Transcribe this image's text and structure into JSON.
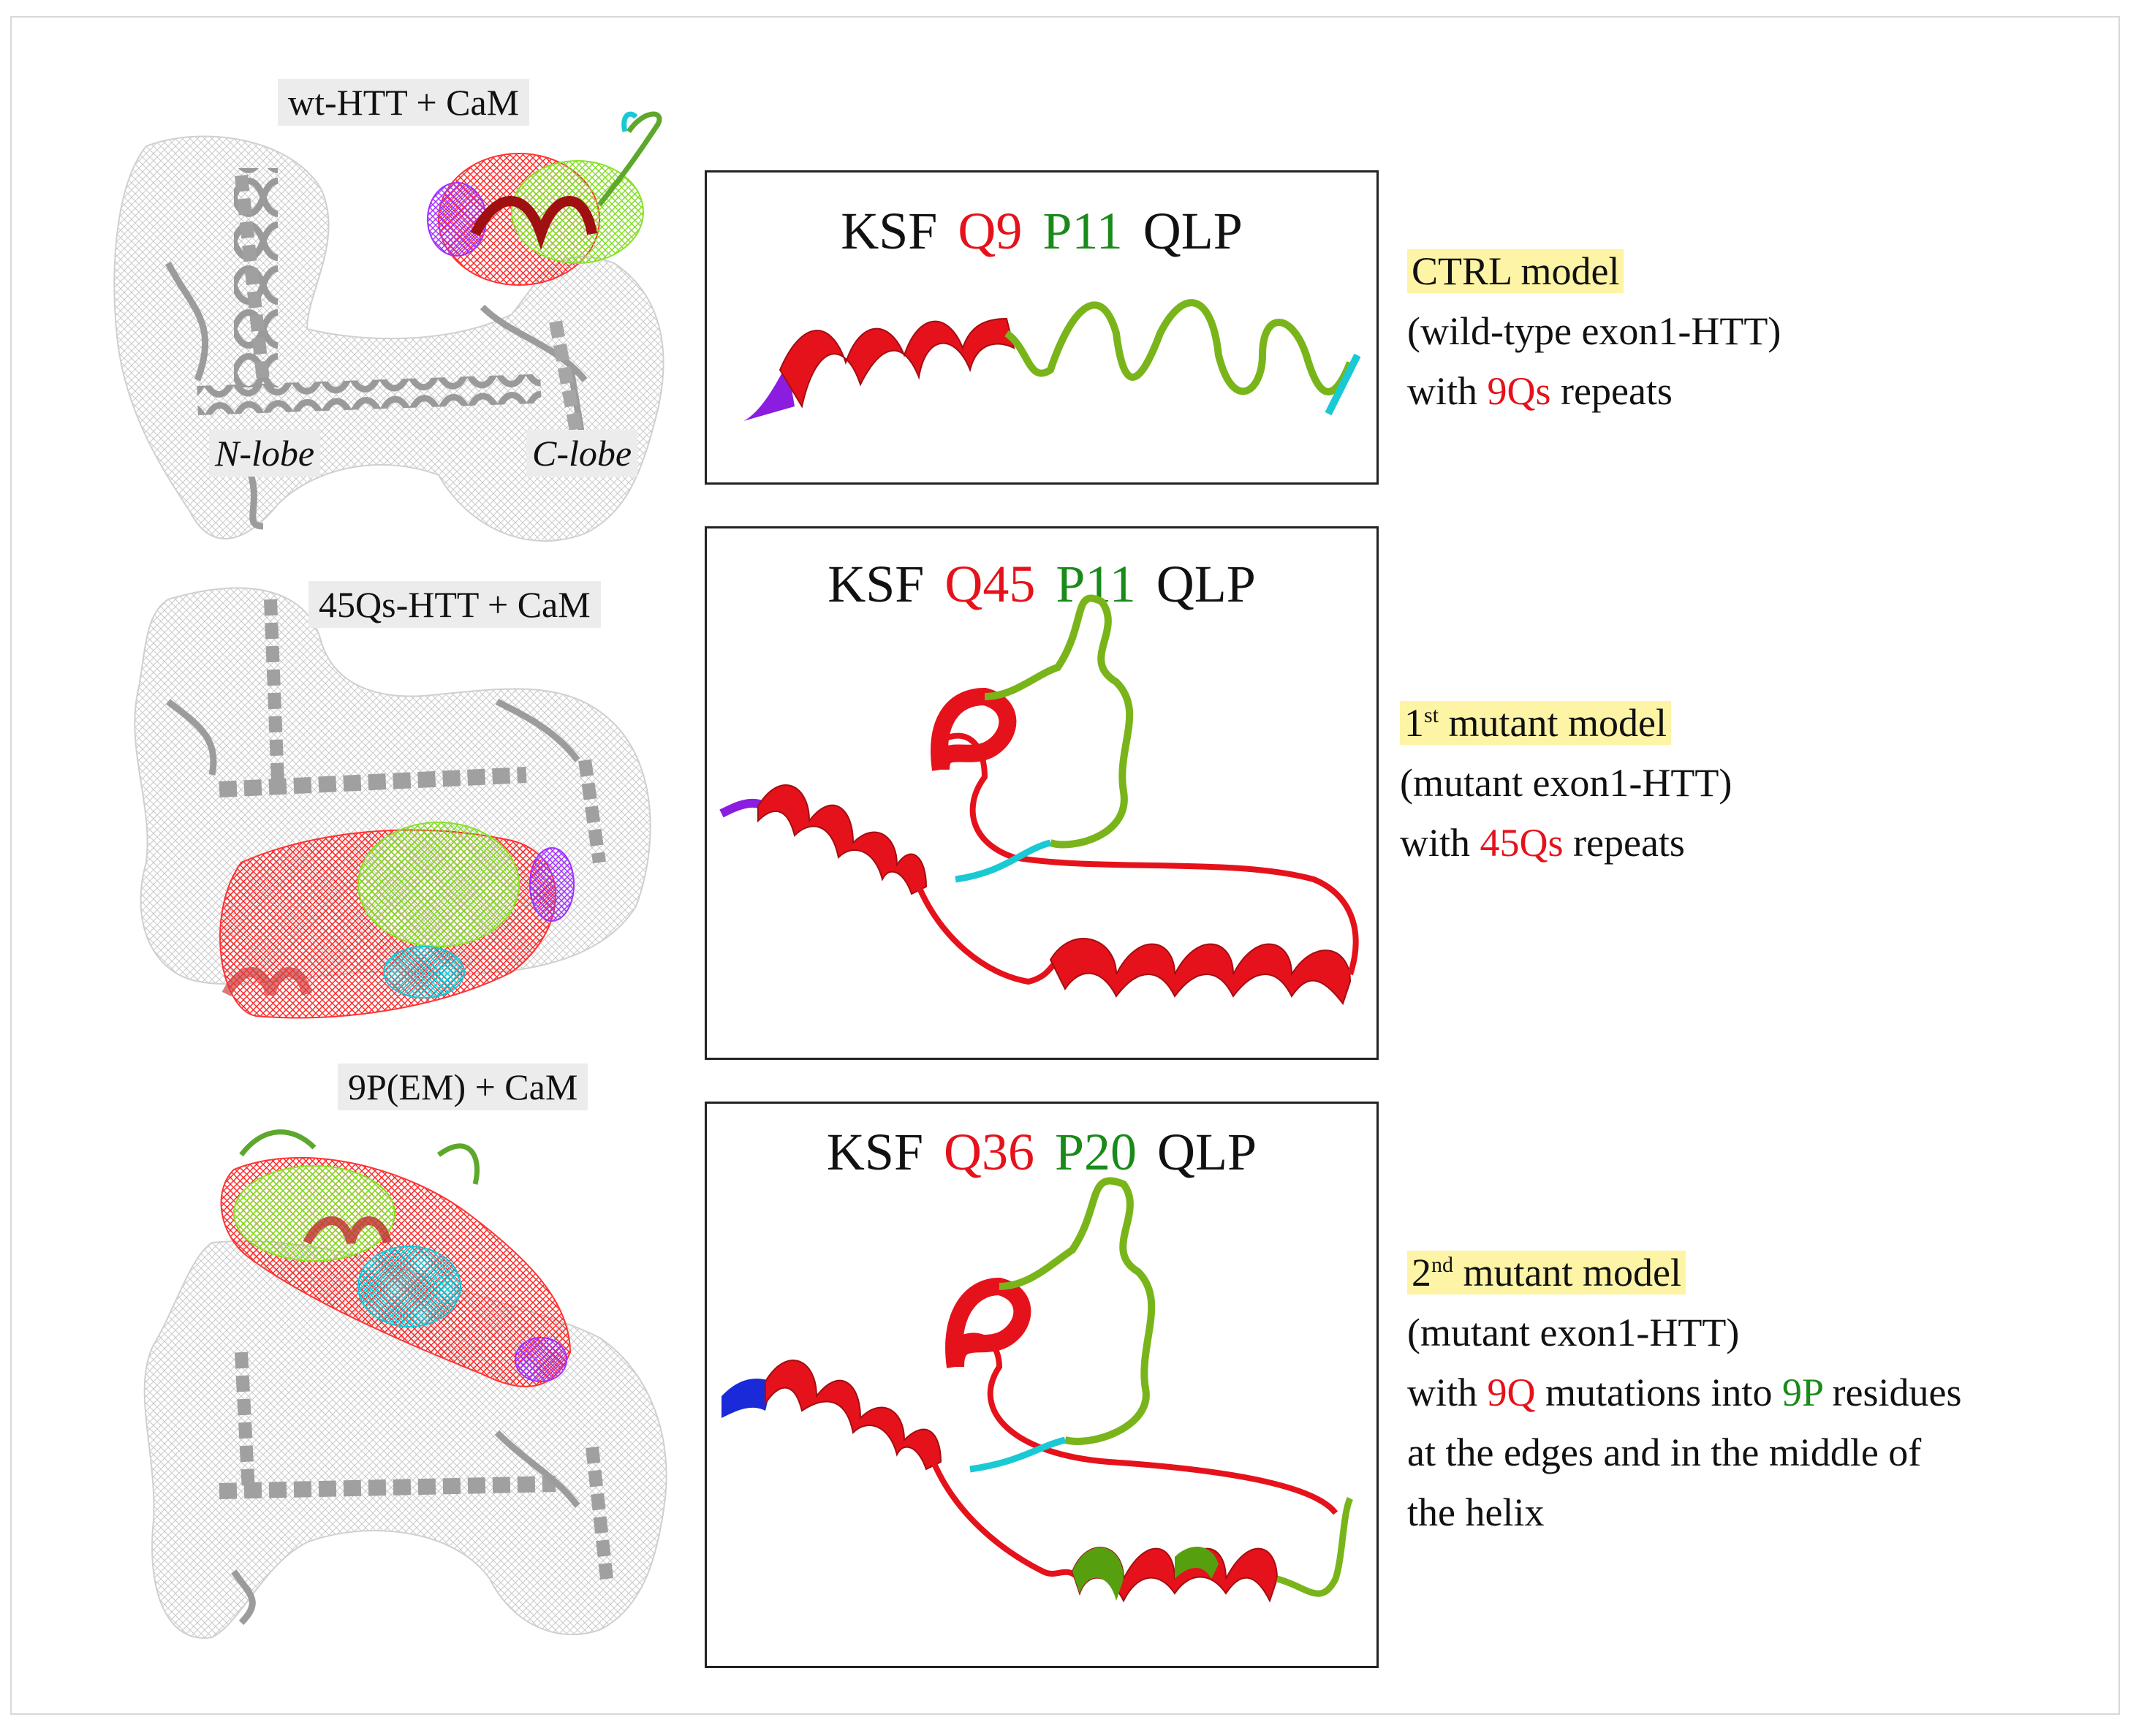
{
  "complexes": [
    {
      "label": "wt-HTT + CaM",
      "n_lobe": "N-lobe",
      "c_lobe": "C-lobe"
    },
    {
      "label": "45Qs-HTT + CaM"
    },
    {
      "label": "9P(EM) + CaM"
    }
  ],
  "panels": [
    {
      "seq": {
        "k": "KSF",
        "q": "Q9",
        "p": "P11",
        "tail": "QLP"
      }
    },
    {
      "seq": {
        "k": "KSF",
        "q": "Q45",
        "p": "P11",
        "tail": "QLP"
      }
    },
    {
      "seq": {
        "k": "KSF",
        "q": "Q36",
        "p": "P20",
        "tail": "QLP"
      }
    }
  ],
  "models": [
    {
      "title": "CTRL model",
      "line2": "(wild-type exon1-HTT)",
      "line3_pre": "with",
      "line3_red": "9Qs",
      "line3_post": "repeats"
    },
    {
      "title_num": "1",
      "title_sup": "st",
      "title_rest": "mutant model",
      "line2": "(mutant exon1-HTT)",
      "line3_pre": "with",
      "line3_red": "45Qs",
      "line3_post": "repeats"
    },
    {
      "title_num": "2",
      "title_sup": "nd",
      "title_rest": "mutant model",
      "line2": "(mutant exon1-HTT)",
      "line3_pre": "with",
      "line3_red": "9Q",
      "line3_mid": "mutations into",
      "line3_green": "9P",
      "line3_post": "residues",
      "line4": "at the edges and in the middle of",
      "line5": "the helix"
    }
  ],
  "colors": {
    "helix_red": "#e5121b",
    "loop_green": "#8bbf1e",
    "cyan": "#19c9d4",
    "purple": "#8a1de0",
    "blue": "#1a2ad8",
    "cam_grey": "#b8b8b8",
    "highlight": "#fdf4a6"
  }
}
